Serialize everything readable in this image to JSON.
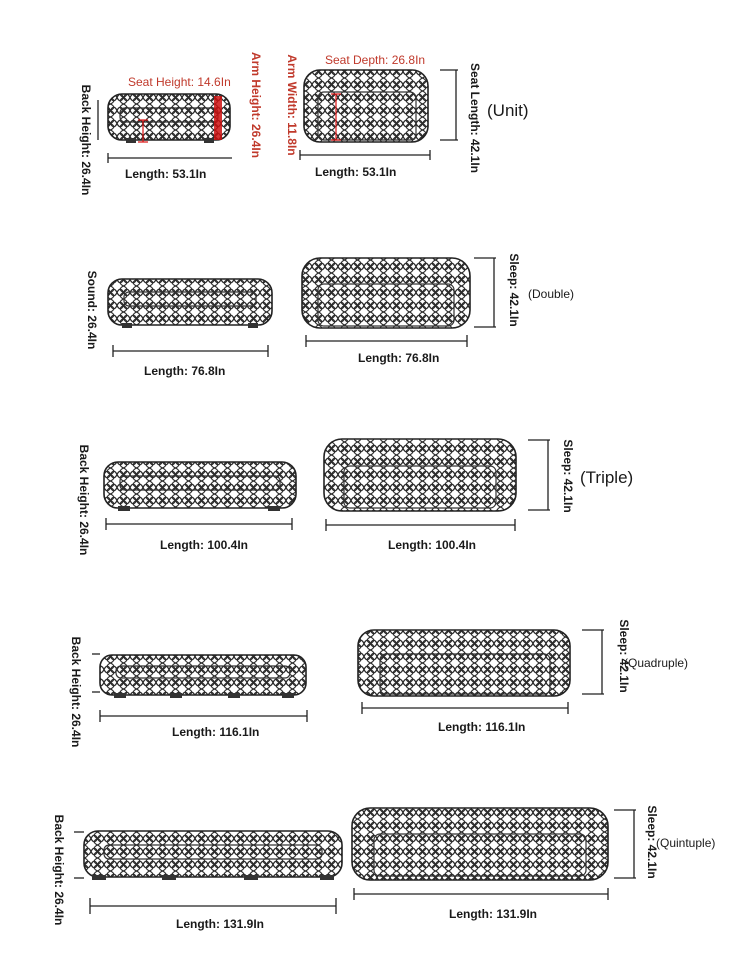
{
  "unit": {
    "seat_height": "Seat Height: 14.6In",
    "seat_depth": "Seat Depth: 26.8In",
    "arm_height": "Arm Height: 26.4In",
    "arm_width": "Arm Width: 11.8In",
    "back_height": "Back Height: 26.4In",
    "seat_length": "Seat Length: 42.1In",
    "tag": "(Unit)",
    "front_length": "Length: 53.1In",
    "top_length": "Length: 53.1In"
  },
  "double": {
    "back_height": "Sound: 26.4In",
    "sleep": "Sleep: 42.1In",
    "tag": "(Double)",
    "front_length": "Length: 76.8In",
    "top_length": "Length: 76.8In"
  },
  "triple": {
    "back_height": "Back Height: 26.4In",
    "sleep": "Sleep: 42.1In",
    "tag": "(Triple)",
    "front_length": "Length: 100.4In",
    "top_length": "Length: 100.4In"
  },
  "quadruple": {
    "back_height": "Back Height: 26.4In",
    "sleep": "Sleep: 42.1In",
    "tag": "(Quadruple)",
    "front_length": "Length: 116.1In",
    "top_length": "Length: 116.1In"
  },
  "quintuple": {
    "back_height": "Back Height: 26.4In",
    "sleep": "Sleep: 42.1In",
    "tag": "(Quintuple)",
    "front_length": "Length: 131.9In",
    "top_length": "Length: 131.9In"
  },
  "colors": {
    "outline": "#222222",
    "quilt": "#2a2a2a",
    "accent_red": "#c0392b",
    "background": "#ffffff"
  }
}
